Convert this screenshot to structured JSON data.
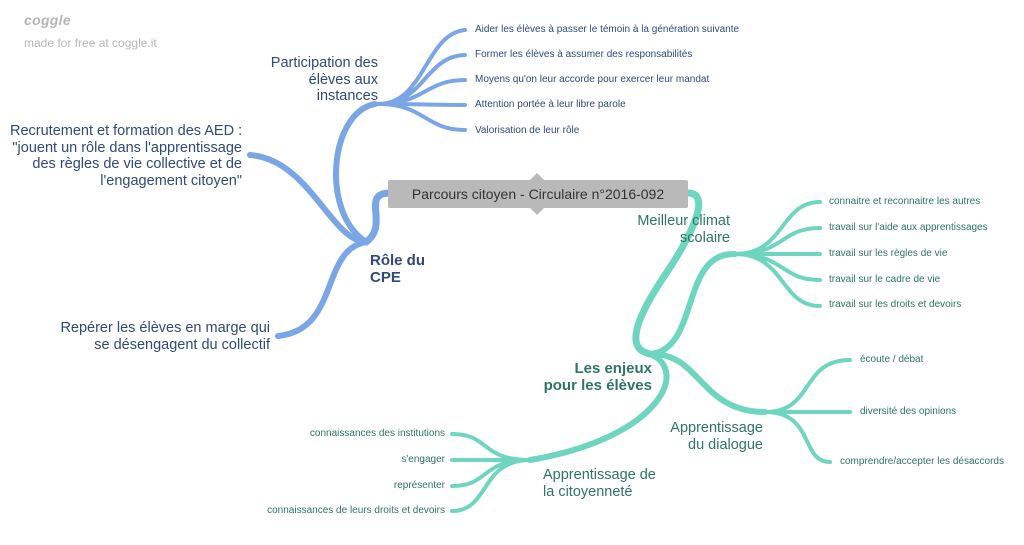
{
  "watermark": {
    "logo": "coggle",
    "tagline": "made for free at coggle.it"
  },
  "root": "Parcours citoyen - Circulaire n°2016-092",
  "colors": {
    "blue_branch": "#7aa6e6",
    "teal_branch": "#6ed6c0",
    "root_box": "#b9b9b9"
  },
  "role_cpe": {
    "label_line1": "Rôle du",
    "label_line2": "CPE",
    "participation": {
      "line1": "Participation des",
      "line2": "élèves aux",
      "line3": "instances",
      "items": [
        "Aider les élèves à passer le témoin à la génération suivante",
        "Former les élèves à assumer des responsabilités",
        "Moyens qu'on leur accorde pour exercer leur mandat",
        "Attention portée à leur libre parole",
        "Valorisation de leur rôle"
      ]
    },
    "recrutement": {
      "line1": "Recrutement et formation des AED :",
      "line2": "\"jouent un rôle dans l'apprentissage",
      "line3": "des règles de vie collective et de",
      "line4": "l'engagement citoyen\""
    },
    "reperer": {
      "line1": "Repérer les élèves en marge qui",
      "line2": "se désengagent du collectif"
    }
  },
  "enjeux": {
    "label_line1": "Les enjeux",
    "label_line2": "pour les élèves",
    "climat": {
      "line1": "Meilleur climat",
      "line2": "scolaire",
      "items": [
        "connaitre et reconnaitre les autres",
        "travail sur l'aide aux apprentissages",
        "travail sur les règles de vie",
        "travail sur le cadre de vie",
        "travail sur les droits et devoirs"
      ]
    },
    "dialogue": {
      "line1": "Apprentissage",
      "line2": "du dialogue",
      "items": [
        "écoute / débat",
        "diversité des opinions",
        "comprendre/accepter les désaccords"
      ]
    },
    "citoyennete": {
      "line1": "Apprentissage de",
      "line2": "la citoyenneté",
      "items": [
        "connaissances des institutions",
        "s'engager",
        "représenter",
        "connaissances de leurs droits et devoirs"
      ]
    }
  }
}
